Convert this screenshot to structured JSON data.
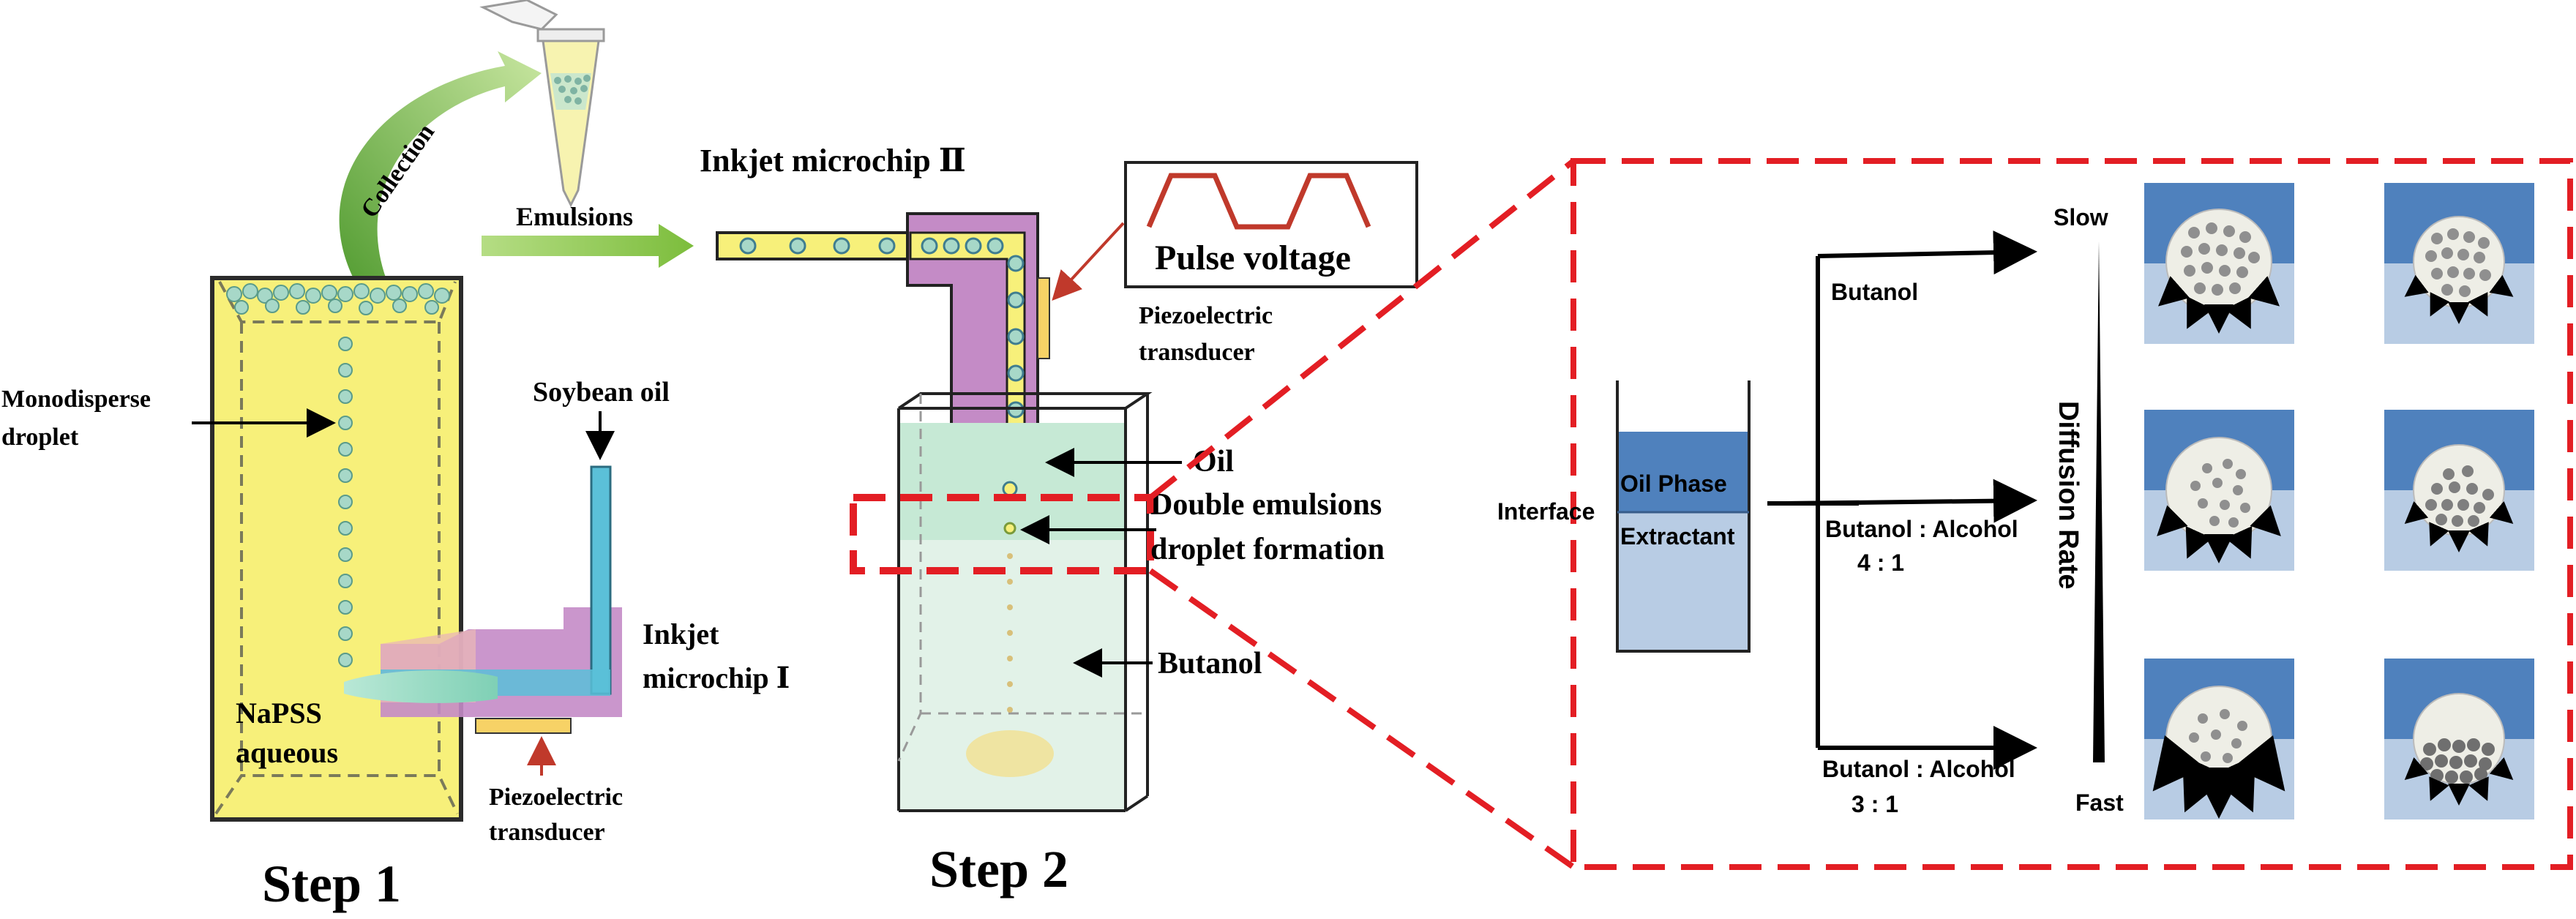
{
  "step1": {
    "collection": "Collection",
    "emulsions": "Emulsions",
    "monodisperse_line1": "Monodisperse",
    "monodisperse_line2": "droplet",
    "soybean_oil": "Soybean oil",
    "inkjet1_line1": "Inkjet",
    "inkjet1_line2": "microchip Ⅰ",
    "napss_line1": "NaPSS",
    "napss_line2": "aqueous",
    "piezo_line1": "Piezoelectric",
    "piezo_line2": "transducer",
    "step_label": "Step 1"
  },
  "step2": {
    "inkjet2": "Inkjet microchip Ⅱ",
    "pulse_voltage": "Pulse voltage",
    "piezo_line1": "Piezoelectric",
    "piezo_line2": "transducer",
    "oil": "Oil",
    "double_line1": "Double emulsions",
    "double_line2": "droplet formation",
    "butanol": "Butanol",
    "step_label": "Step 2"
  },
  "detail": {
    "interface": "Interface",
    "oil_phase": "Oil Phase",
    "extractant": "Extractant",
    "branch1": "Butanol",
    "branch2_line1": "Butanol : Alcohol",
    "branch2_line2": "4    :    1",
    "branch3_line1": "Butanol : Alcohol",
    "branch3_line2": "3    :    1",
    "slow": "Slow",
    "fast": "Fast",
    "diffusion_rate": "Diffusion Rate"
  },
  "colors": {
    "yellow_container": "#f7f07a",
    "droplet": "#a7d8c8",
    "arrow_green": "#86c440",
    "chip_purple": "#c48bc6",
    "chip_blue": "#5bc0d8",
    "dash_red": "#e31e24",
    "oil_blue": "#4f81bd",
    "extractant_blue": "#b8cce4"
  }
}
